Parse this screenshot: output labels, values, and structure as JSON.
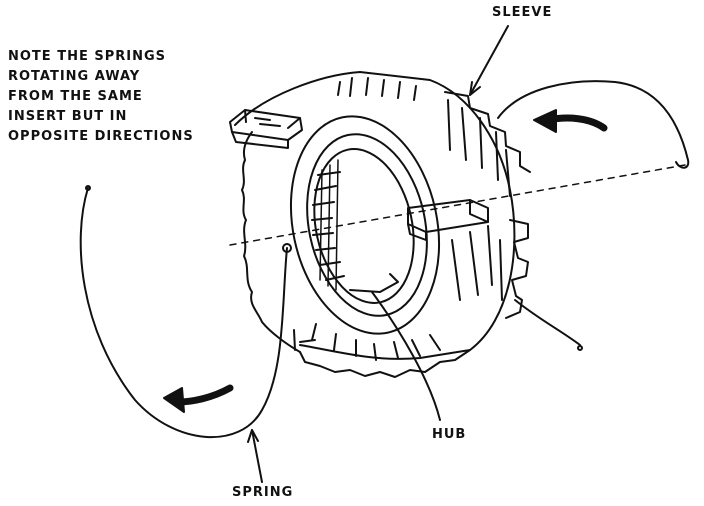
{
  "labels": {
    "sleeve": "SLEEVE",
    "hub": "HUB",
    "spring": "SPRING"
  },
  "note": {
    "lines": [
      "NOTE THE SPRINGS",
      "ROTATING AWAY",
      "FROM THE SAME",
      "INSERT BUT IN",
      "OPPOSITE DIRECTIONS"
    ]
  },
  "colors": {
    "ink": "#111111",
    "paper": "#ffffff"
  },
  "icons": [
    "arrow-icon-rotation-upper",
    "arrow-icon-rotation-lower"
  ]
}
